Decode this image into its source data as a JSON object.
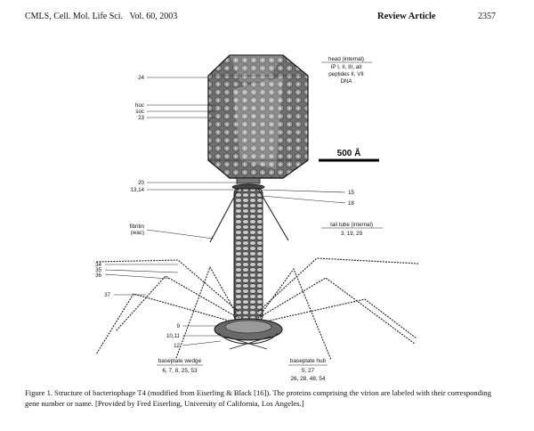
{
  "header": {
    "journal": "CMLS, Cell. Mol. Life Sci.",
    "volume": "Vol. 60, 2003",
    "section": "Review Article",
    "page": "2357"
  },
  "figure": {
    "left_labels": [
      "24",
      "hoc",
      "soc",
      "23",
      "20",
      "13,14",
      "fibritin",
      "(wac)",
      "34",
      "35",
      "36",
      "37",
      "9",
      "10,11",
      "12"
    ],
    "right_labels": {
      "head_title": "head (internal)",
      "head_line1": "IP I, II, III, alt",
      "head_line2": "peptides II, VII",
      "head_line3": "DNA",
      "scale_bar": "500 Å",
      "l15": "15",
      "l18": "18",
      "tail_title": "tail tube (internal)",
      "tail_line1": "3, 19, 29"
    },
    "bottom_labels": {
      "wedge_title": "baseplate wedge",
      "wedge_line1": "6, 7, 8, 25, 53",
      "hub_title": "baseplate hub",
      "hub_line1": "5, 27",
      "hub_line2": "26, 28, 48, 54"
    }
  },
  "caption": {
    "text": "Figure 1.  Structure of bacteriophage T4 (modified from Eiserling & Black [16]). The proteins comprising the virion are labeled with their corresponding gene number or name. [Provided by Fred Eiserling, University of California, Los Angeles.]"
  }
}
